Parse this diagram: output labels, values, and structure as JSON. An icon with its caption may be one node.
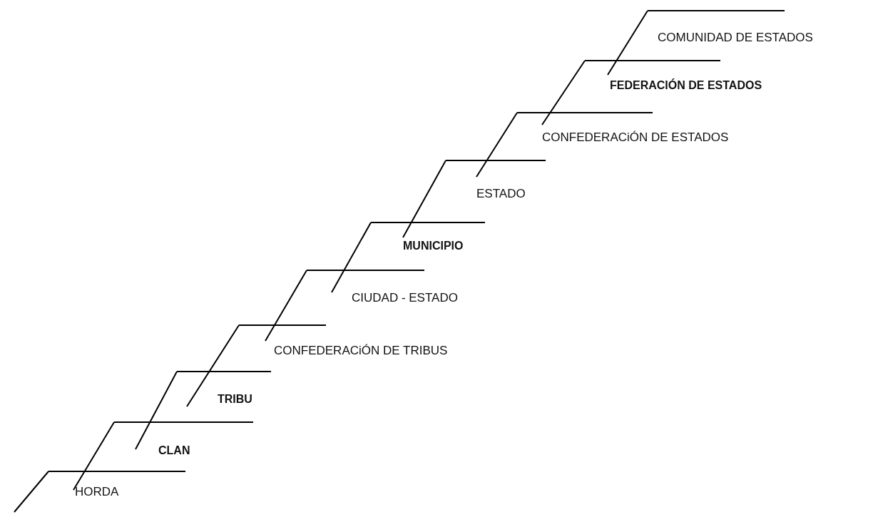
{
  "diagram": {
    "labels": [
      "COMUNIDAD DE ESTADOS",
      "FEDERACIÓN DE ESTADOS",
      "CONFEDERACiÓN DE ESTADOS",
      "ESTADO",
      "MUNICIPIO",
      "CIUDAD - ESTADO",
      "CONFEDERACiÓN DE TRIBUS",
      "TRIBU",
      "CLAN",
      "HORDA"
    ]
  }
}
